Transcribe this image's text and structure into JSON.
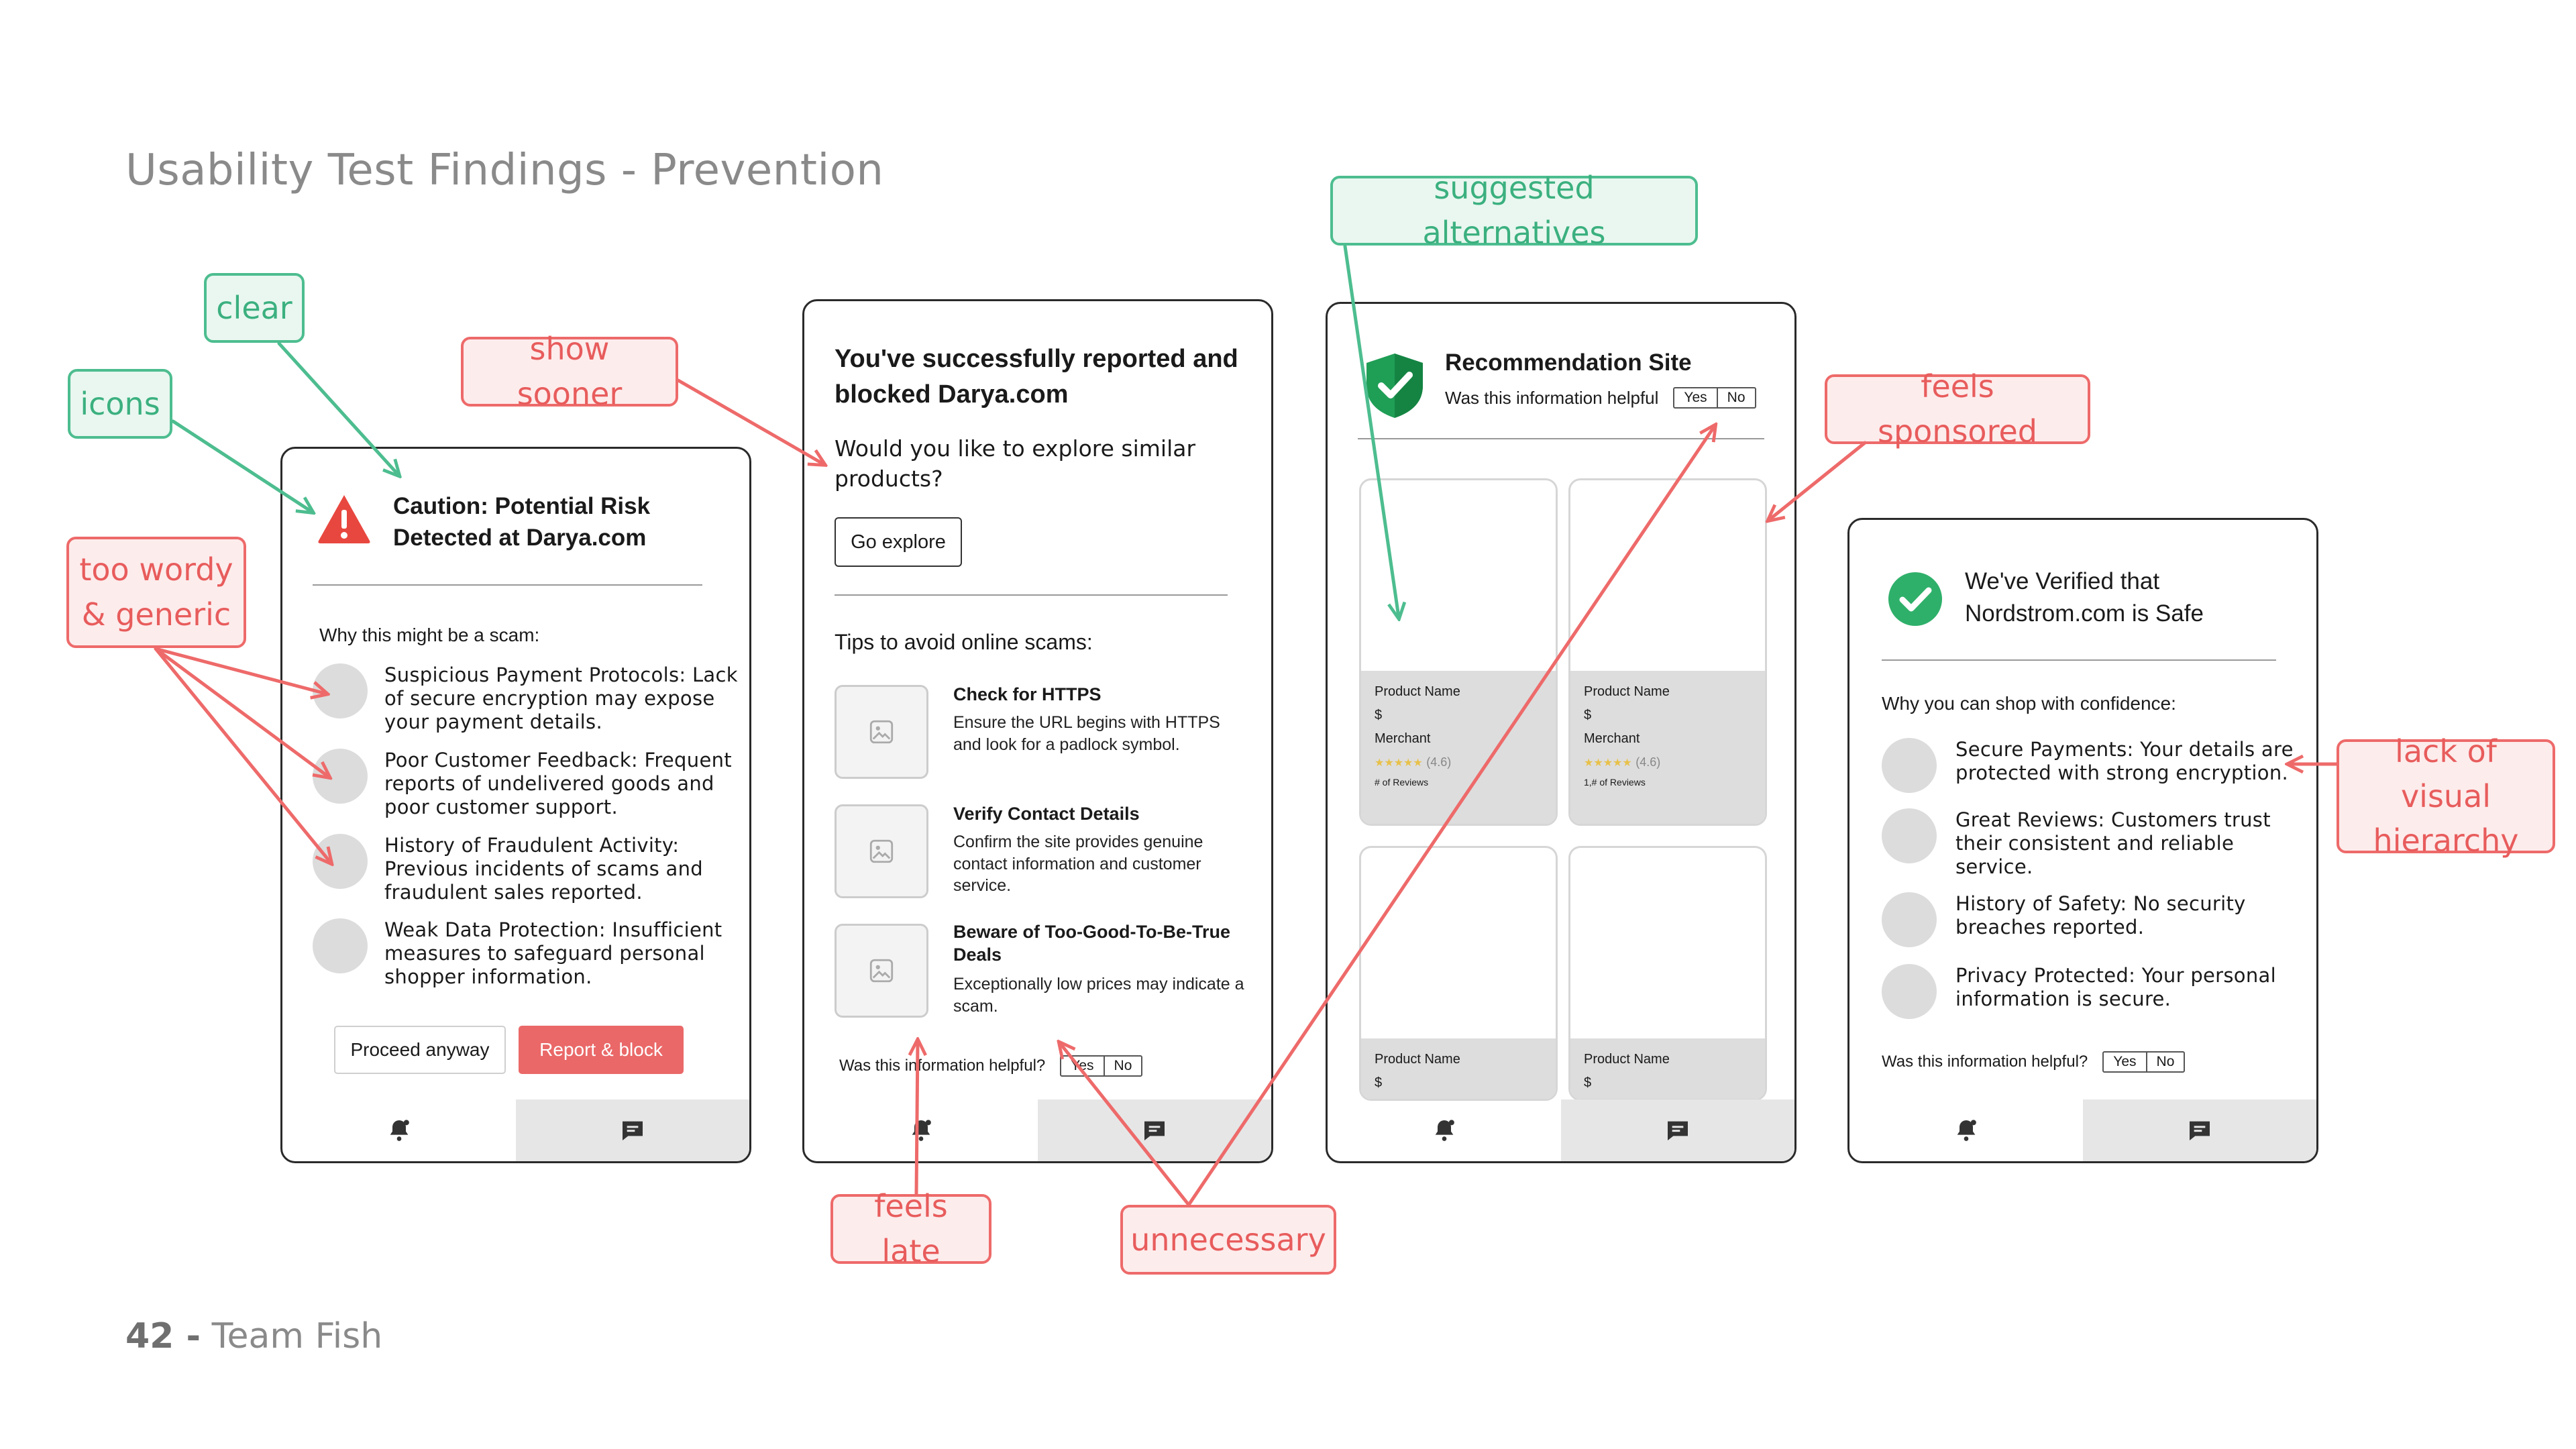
{
  "slide": {
    "title": "Usability Test Findings - Prevention",
    "footer_number": "42 -",
    "footer_team": "Team Fish"
  },
  "annotations": {
    "clear": "clear",
    "icons": "icons",
    "too_wordy_1": "too wordy",
    "too_wordy_2": "& generic",
    "show_sooner": "show sooner",
    "suggested_alternatives": "suggested alternatives",
    "feels_sponsored": "feels sponsored",
    "lack_of_visual_1": "lack of visual",
    "lack_of_visual_2": "hierarchy",
    "feels_late": "feels late",
    "unnecessary": "unnecessary"
  },
  "colors": {
    "accent_green": "#4dbd8f",
    "accent_red": "#ee6a6a",
    "warning_red": "#e8473f",
    "check_green": "#2fb06a"
  },
  "phone1": {
    "title": "Caution: Potential Risk Detected at Darya.com",
    "subtitle": "Why this might be a scam:",
    "items": [
      "Suspicious Payment Protocols: Lack of secure encryption may expose your payment details.",
      "Poor Customer Feedback: Frequent reports of undelivered goods and poor customer support.",
      "History of Fraudulent Activity: Previous incidents of scams and fraudulent sales reported.",
      "Weak Data Protection: Insufficient measures to safeguard personal shopper information."
    ],
    "proceed": "Proceed anyway",
    "report": "Report & block"
  },
  "phone2": {
    "title": "You've successfully reported and blocked Darya.com",
    "question": "Would you like to explore similar products?",
    "explore": "Go explore",
    "tips_title": "Tips to avoid online scams:",
    "tips": [
      {
        "head": "Check for HTTPS",
        "body": "Ensure the URL begins with HTTPS and look for a padlock symbol."
      },
      {
        "head": "Verify Contact Details",
        "body": "Confirm the site provides genuine contact information and customer service."
      },
      {
        "head": "Beware of Too-Good-To-Be-True Deals",
        "body": "Exceptionally low prices may indicate a scam."
      }
    ],
    "helpful": "Was this information helpful?",
    "yes": "Yes",
    "no": "No"
  },
  "phone3": {
    "title": "Recommendation Site",
    "helpful": "Was this information helpful",
    "yes": "Yes",
    "no": "No",
    "cards": [
      {
        "name": "Product Name",
        "price": "$",
        "merchant": "Merchant",
        "stars": "★★★★★",
        "rating": "(4.6)",
        "reviews": "# of Reviews"
      },
      {
        "name": "Product Name",
        "price": "$",
        "merchant": "Merchant",
        "stars": "★★★★★",
        "rating": "(4.6)",
        "reviews": "1,# of Reviews"
      },
      {
        "name": "Product Name",
        "price": "$"
      },
      {
        "name": "Product Name",
        "price": "$"
      }
    ]
  },
  "phone4": {
    "title": "We've Verified that Nordstrom.com is Safe",
    "subtitle": "Why you can shop with confidence:",
    "items": [
      "Secure Payments: Your details are protected with strong encryption.",
      "Great Reviews: Customers trust their consistent and reliable service.",
      "History of Safety: No security breaches reported.",
      "Privacy Protected: Your personal information is secure."
    ],
    "helpful": "Was this information helpful?",
    "yes": "Yes",
    "no": "No"
  },
  "icons": {
    "nav_left": "bell-icon",
    "nav_right": "chat-icon",
    "tip_image": "image-placeholder-icon"
  }
}
